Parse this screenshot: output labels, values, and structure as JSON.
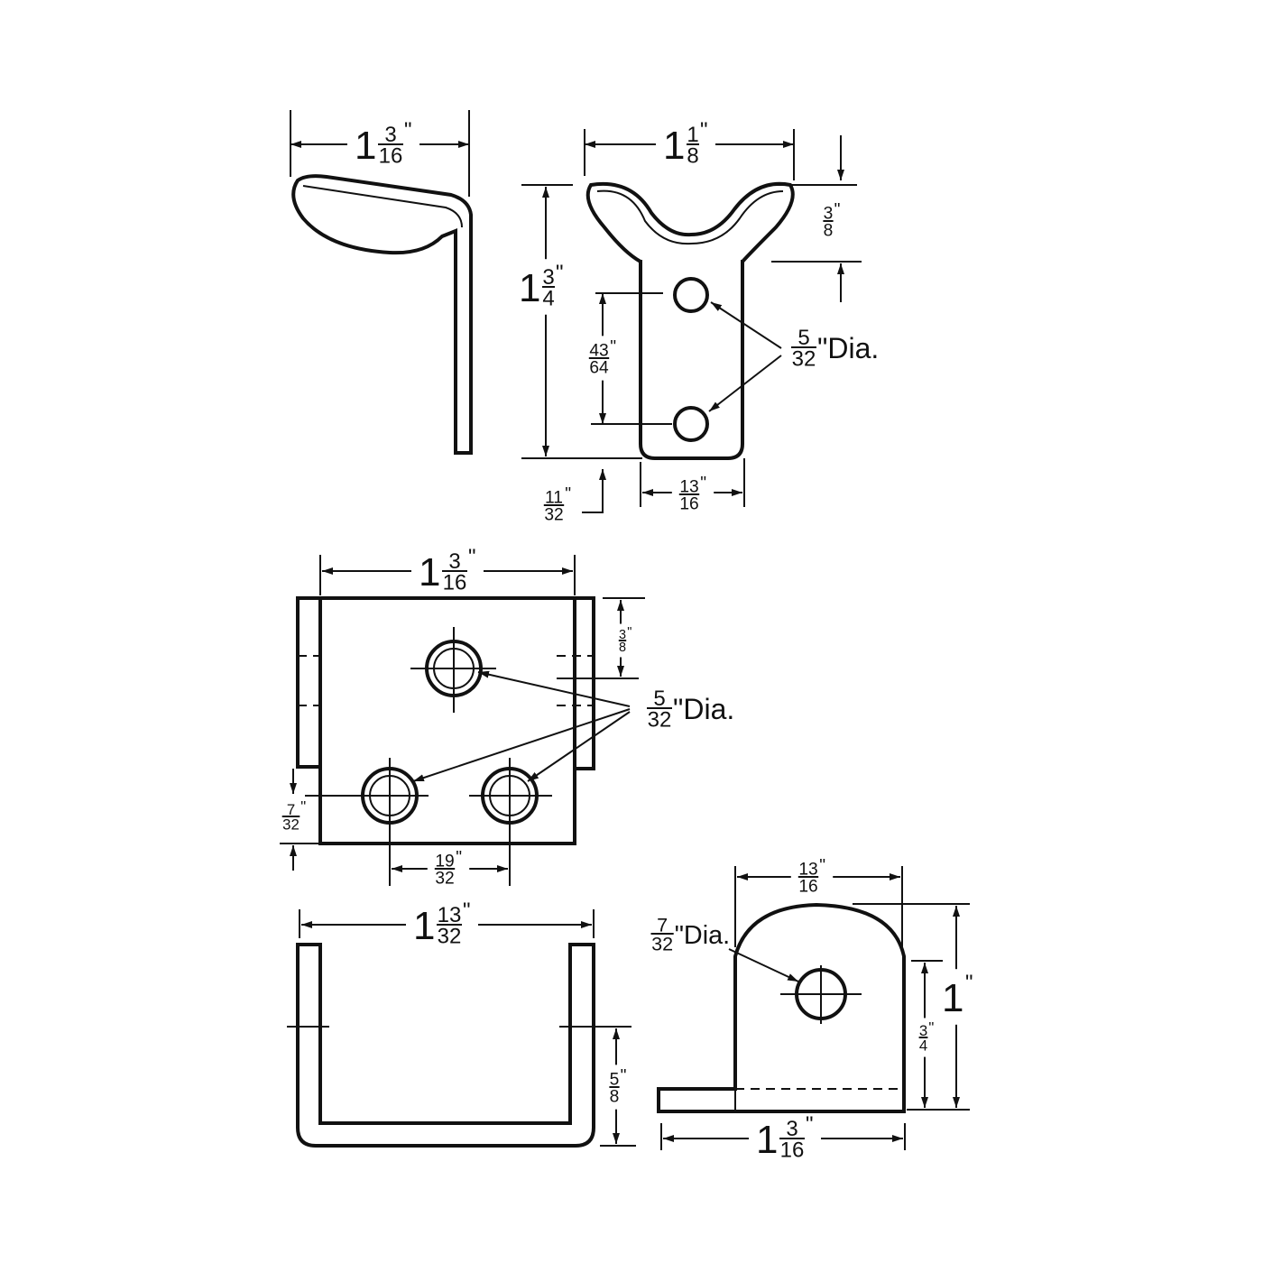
{
  "title": "Bracket technical drawing",
  "colors": {
    "line": "#111111",
    "background": "#ffffff"
  },
  "dimensions": {
    "side_width": {
      "whole": "1",
      "num": "3",
      "den": "16",
      "suffix": "\""
    },
    "front_width": {
      "whole": "1",
      "num": "1",
      "den": "8",
      "suffix": "\""
    },
    "wing_height": {
      "whole": "",
      "num": "3",
      "den": "8",
      "suffix": "\""
    },
    "front_height": {
      "whole": "1",
      "num": "3",
      "den": "4",
      "suffix": "\""
    },
    "hole_spacing": {
      "whole": "",
      "num": "43",
      "den": "64",
      "suffix": "\""
    },
    "front_hole_dia": {
      "whole": "",
      "num": "5",
      "den": "32",
      "suffix": "\"Dia."
    },
    "bottom_offset": {
      "whole": "",
      "num": "11",
      "den": "32",
      "suffix": "\""
    },
    "stem_width": {
      "whole": "",
      "num": "13",
      "den": "16",
      "suffix": "\""
    },
    "plate_width": {
      "whole": "1",
      "num": "3",
      "den": "16",
      "suffix": "\""
    },
    "plate_top_offset": {
      "whole": "",
      "num": "3",
      "den": "8",
      "suffix": "\""
    },
    "plate_hole_dia": {
      "whole": "",
      "num": "5",
      "den": "32",
      "suffix": "\"Dia."
    },
    "plate_bottom_offset": {
      "whole": "",
      "num": "7",
      "den": "32",
      "suffix": "\""
    },
    "plate_hole_spacing": {
      "whole": "",
      "num": "19",
      "den": "32",
      "suffix": "\""
    },
    "u_width": {
      "whole": "1",
      "num": "13",
      "den": "32",
      "suffix": "\""
    },
    "u_hole_height": {
      "whole": "",
      "num": "5",
      "den": "8",
      "suffix": "\""
    },
    "tab_width": {
      "whole": "",
      "num": "13",
      "den": "16",
      "suffix": "\""
    },
    "tab_hole_dia": {
      "whole": "",
      "num": "7",
      "den": "32",
      "suffix": "\"Dia."
    },
    "tab_height": {
      "whole": "1",
      "num": "",
      "den": "",
      "suffix": "\""
    },
    "tab_hole_height": {
      "whole": "",
      "num": "3",
      "den": "4",
      "suffix": "\""
    },
    "base_length": {
      "whole": "1",
      "num": "3",
      "den": "16",
      "suffix": "\""
    }
  }
}
